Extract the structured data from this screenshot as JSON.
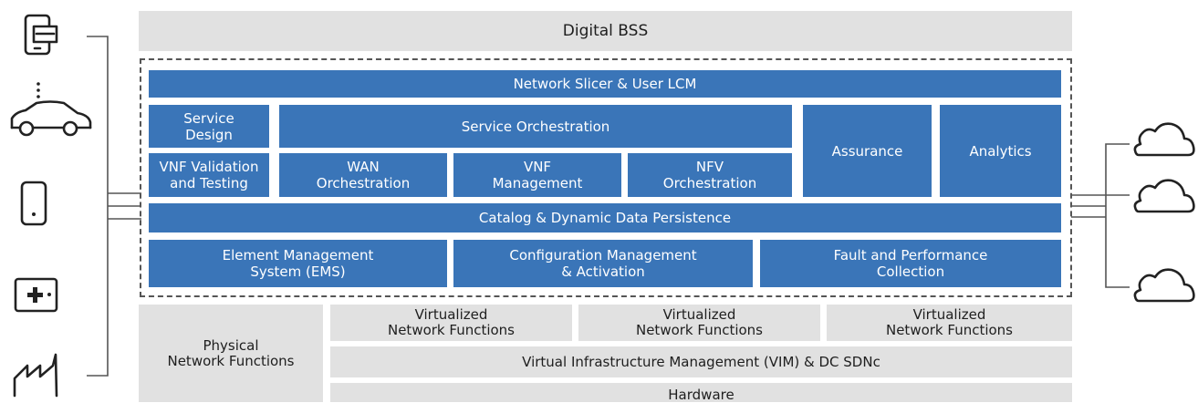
{
  "top_layer": "Digital BSS",
  "orchestration": {
    "network_slicer": "Network Slicer & User LCM",
    "service_design": "Service\nDesign",
    "service_orchestration": "Service Orchestration",
    "vnf_validation": "VNF Validation\nand Testing",
    "wan_orchestration": "WAN\nOrchestration",
    "vnf_management": "VNF\nManagement",
    "nfv_orchestration": "NFV\nOrchestration",
    "assurance": "Assurance",
    "analytics": "Analytics",
    "catalog": "Catalog & Dynamic Data Persistence",
    "ems": "Element Management\nSystem (EMS)",
    "config_mgmt": "Configuration Management\n& Activation",
    "fault_perf": "Fault and Performance\nCollection"
  },
  "infrastructure": {
    "physical_nf": "Physical\nNetwork Functions",
    "virtualized_nf": [
      "Virtualized\nNetwork Functions",
      "Virtualized\nNetwork Functions",
      "Virtualized\nNetwork Functions"
    ],
    "vim": "Virtual Infrastructure Management (VIM) & DC SDNc",
    "hardware": "Hardware"
  },
  "devices": [
    "card-device-icon",
    "more-dots-icon",
    "car-icon",
    "smartphone-icon",
    "medical-device-icon",
    "factory-icon"
  ],
  "clouds": [
    "cloud-icon",
    "cloud-icon",
    "cloud-icon"
  ],
  "colors": {
    "blue": "#3a75b8",
    "grey": "#e1e1e1",
    "line": "#555555"
  }
}
